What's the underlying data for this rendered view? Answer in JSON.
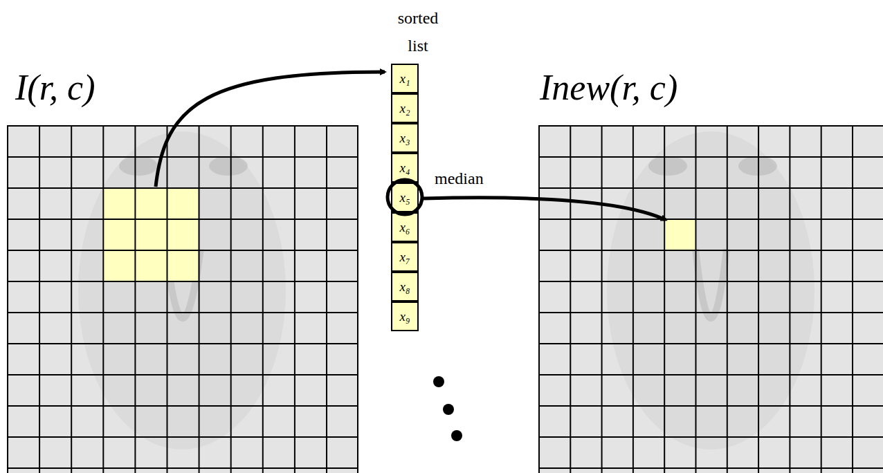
{
  "diagram": {
    "nodes": [
      {
        "text": [
          "sorted list"
        ]
      },
      {
        "text": [
          "x₁"
        ],
        "in": 0
      },
      {
        "text": [
          "x₂"
        ],
        "in": 0
      },
      {
        "text": [
          "x₃"
        ],
        "in": 0
      },
      {
        "text": [
          "x₄"
        ],
        "in": 0
      },
      {
        "text": [
          "x₅"
        ],
        "in": 0
      },
      {
        "text": [
          "x₆"
        ],
        "in": 0
      },
      {
        "text": [
          "x₇"
        ],
        "in": 0
      },
      {
        "text": [
          "x₈"
        ],
        "in": 0
      },
      {
        "text": [
          "x₉"
        ],
        "in": 0
      }
    ],
    "labels": [
      "I(r, c)",
      "median",
      "Inew(r, c)"
    ]
  }
}
